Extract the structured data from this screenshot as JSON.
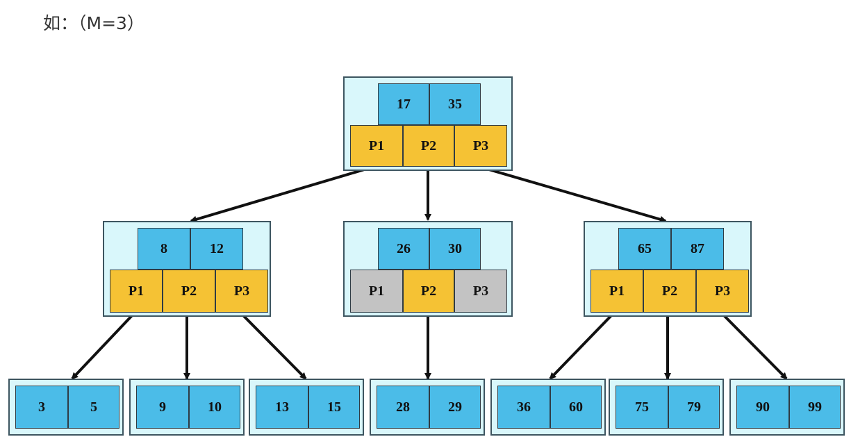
{
  "caption": "如：（M=3）",
  "colors": {
    "key": "#4bbce8",
    "pointer": "#f5c234",
    "pointer_unused": "#c3c3c3",
    "node_bg": "#d9f7fb"
  },
  "root": {
    "keys": [
      "17",
      "35"
    ],
    "pointers": [
      "P1",
      "P2",
      "P3"
    ]
  },
  "internal": [
    {
      "keys": [
        "8",
        "12"
      ],
      "pointers": [
        "P1",
        "P2",
        "P3"
      ]
    },
    {
      "keys": [
        "26",
        "30"
      ],
      "pointers": [
        "P1",
        "P2",
        "P3"
      ],
      "active_pointers": [
        "P2"
      ]
    },
    {
      "keys": [
        "65",
        "87"
      ],
      "pointers": [
        "P1",
        "P2",
        "P3"
      ]
    }
  ],
  "leaves": [
    {
      "keys": [
        "3",
        "5"
      ]
    },
    {
      "keys": [
        "9",
        "10"
      ]
    },
    {
      "keys": [
        "13",
        "15"
      ]
    },
    {
      "keys": [
        "28",
        "29"
      ]
    },
    {
      "keys": [
        "36",
        "60"
      ]
    },
    {
      "keys": [
        "75",
        "79"
      ]
    },
    {
      "keys": [
        "90",
        "99"
      ]
    }
  ]
}
